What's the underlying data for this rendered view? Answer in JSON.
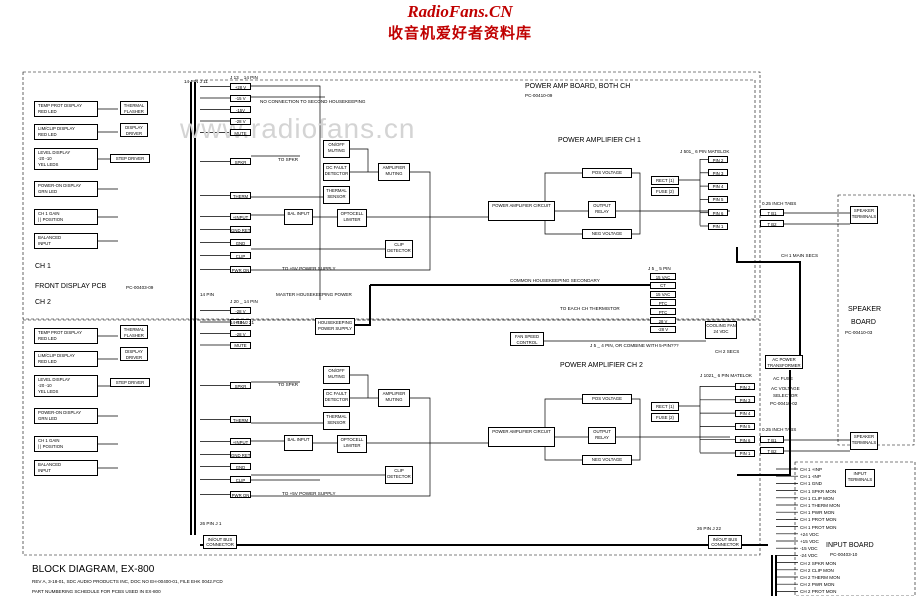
{
  "header": {
    "site": "RadioFans.CN",
    "cn": "收音机爱好者资料库",
    "watermark": "www.radiofans.cn"
  },
  "labels": {
    "power_amp_board": "POWER AMP BOARD, BOTH CH",
    "power_amp_board_pc": "PC-00410-09",
    "pa_ch1": "POWER AMPLIFIER CH 1",
    "pa_ch2": "POWER AMPLIFIER CH 2",
    "no_connection": "NO CONNECTION TO SECOND HOUSEKEEPING",
    "master_hk": "MASTER HOUSEKEEPING POWER",
    "common_hk": "COMMON HOUSEKEEPING SECONDARY",
    "to_each_thermistor": "TO EACH CH THERMISTOR",
    "j5_note": "J 5 _ 4 PIN, OR COMBINE WITH 5-PIN???",
    "ch1": "CH 1",
    "ch2": "CH 2",
    "front_display": "FRONT DISPLAY PCB",
    "front_display_pc": "PC-00403-09",
    "speaker_board": "SPEAKER",
    "speaker_board2": "BOARD",
    "speaker_board_pc": "PC-00410-03",
    "input_board": "INPUT BOARD",
    "input_board_pc": "PC-00403-10",
    "ch1_main_secs": "CH 1 MAIN SECS",
    "ch2_secs": "CH 2 SECS",
    "j14pin_1": "J 13 _ 14 PIN",
    "j14pin_2": "J 20 _ 14 PIN",
    "p14pin_1": "14-PIN J 11",
    "p14pin_2": "14 PIN J 21",
    "p14pin_left": "14 PIN",
    "j501": "J 501_ 6 PIN MATELOK",
    "j5pin": "J 5 _ 5 PIN",
    "j1021": "J 1021_ 6 PIN MATELOK",
    "p26_1": "26 PIN J 1",
    "p26_2": "26 PIN J 22",
    "tb1": "0.25 INCH TABS",
    "tb2": "0.25 INCH TABS",
    "bus1": "IN/OUT BUS CONNECTOR",
    "bus2": "IN/OUT BUS CONNECTOR",
    "to_spkr": "TO SPKR",
    "to_psu": "TO +5V POWER SUPPLY",
    "block_title": "BLOCK DIAGRAM, EX-800",
    "rev": "REV A, 3-18-01, SDC AUDIO PRODUCTS INC,   DOC NO EH-00400-01, FILE EHK 0042.FCD",
    "part_note": "PART NUMBERING SCHEDULE FOR PCBS USED IN EX-800",
    "cooling_fan": "COOLING FAN",
    "fan_24": "24 VDC",
    "fan_speed": "FAN SPEED",
    "fan_ctrl": "CONTROL",
    "ac_power": "AC POWER",
    "transformer": "TRANSFORMER",
    "ac_fuse": "AC FUSE",
    "ac_voltage": "AC VOLTAGE",
    "selector": "SELECTOR",
    "selector_pc": "PC-00410-02"
  },
  "front_left": [
    [
      "TEMP PROT DISPLAY",
      "RED LED"
    ],
    [
      "LIM/CLIP DISPLAY",
      "RED LED"
    ],
    [
      "LEVEL DISPLAY",
      "-20   -10",
      "YEL LEDS"
    ],
    [
      "POWER-ON DISPLAY",
      "GRN LED"
    ],
    [
      "CH 1 GAIN",
      "| | POSITION"
    ],
    [
      "BALANCED",
      "INPUT"
    ]
  ],
  "front_left2": [
    [
      "TEMP PROT DISPLAY",
      "RED LED"
    ],
    [
      "LIM/CLIP DISPLAY",
      "RED LED"
    ],
    [
      "LEVEL DISPLAY",
      "-20   -10",
      "YEL LEDS"
    ],
    [
      "POWER-ON DISPLAY",
      "GRN LED"
    ],
    [
      "CH 1 GAIN",
      "| | POSITION"
    ],
    [
      "BALANCED",
      "INPUT"
    ]
  ],
  "mid_boxes": {
    "thermal_flasher": [
      "THERMAL",
      "FLASHER"
    ],
    "display_driver": [
      "DISPLAY",
      "DRIVER"
    ],
    "step_driver": [
      "STEP DRIVER"
    ],
    "bal_input": [
      "BAL INPUT"
    ],
    "onoff_muting": [
      "ON/OFF",
      "MUTING"
    ],
    "dc_fault": [
      "DC FAULT",
      "DETECTOR"
    ],
    "thermal_sensor": [
      "THERMAL",
      "SENSOR"
    ],
    "optocell": [
      "OPTOCELL",
      "LIMITER"
    ],
    "clip_det": [
      "CLIP",
      "DETECTOR"
    ],
    "amp_muting": [
      "AMPLIFIER",
      "MUTING"
    ],
    "pa_circuit": [
      "POWER AMPLIFIER CIRCUIT"
    ],
    "pos_voltage": [
      "POS VOLTAGE"
    ],
    "neg_voltage": [
      "NEG VOLTAGE"
    ],
    "output_relay": [
      "OUTPUT",
      "RELAY"
    ],
    "rect": [
      "RECT (1)"
    ],
    "fuse": [
      "FUSE (2)"
    ],
    "hk_psu": [
      "HOUSEKEEPING",
      "POWER SUPPLY"
    ],
    "spk_term": [
      "SPEAKER",
      "TERMINALS"
    ],
    "input_term": [
      "INPUT",
      "TERMINALS"
    ]
  },
  "connector_ch1": [
    "+28 V",
    "-15 V",
    "-15V",
    "-28 V",
    "MUTE",
    "SPKR",
    "THERM",
    "+INPUT",
    "GND RET",
    "GND",
    "CLIP",
    "PWR ON"
  ],
  "connector_ch2": [
    "-28 V",
    "+15 V",
    "-28 V",
    "MUTE",
    "SPKR",
    "THERM",
    "+INPUT",
    "GND RET",
    "GND",
    "CLIP",
    "PWR ON"
  ],
  "matelok_ch1": [
    "PIN 2",
    "PIN 3",
    "PIN 4",
    "PIN 5",
    "PIN 6",
    "PIN 1"
  ],
  "matelok_ch2": [
    "PIN 2",
    "PIN 3",
    "PIN 4",
    "PIN 5",
    "PIN 6",
    "PIN 1"
  ],
  "j5_pins": [
    "15 VAC",
    "CT",
    "15 VAC",
    "PTC",
    "PTC",
    "28 V",
    "-28 V"
  ],
  "tabs_ch1": [
    "T B1",
    "T B2"
  ],
  "tabs_ch2": [
    "T B1",
    "T B2"
  ],
  "input_list": [
    "CH 1 +INP",
    "CH 1 -INP",
    "CH 1 GND",
    "CH 1 SPKR MON",
    "CH 1 CLIP MON",
    "CH 1 THERM MON",
    "CH 1 PWR MON",
    "CH 1 PROT MON",
    "CH 1 PROT MON",
    "+24 VDC",
    "+15 VDC",
    "-15 VDC",
    "-24 VDC",
    "CH 2 SPKR MON",
    "CH 2 CLIP MON",
    "CH 2 THERM MON",
    "CH 2 PWR MON",
    "CH 2 PROT MON"
  ]
}
